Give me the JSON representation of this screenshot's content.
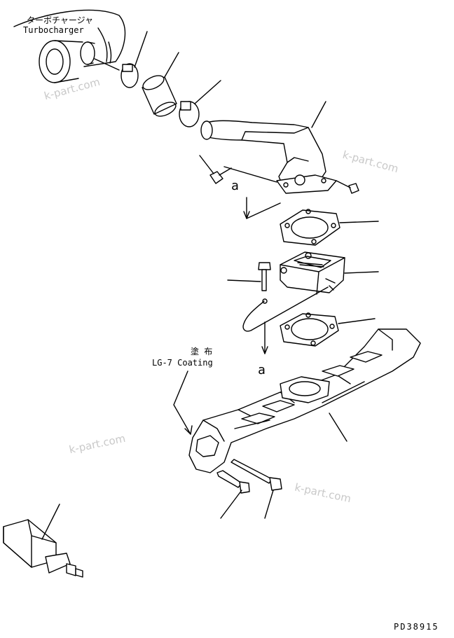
{
  "labels": {
    "turbo_jp": "ターボチャージャ",
    "turbo_en": "Turbocharger",
    "coating_jp": "塗 布",
    "coating_en": "LG-7 Coating",
    "view_a_top": "a",
    "view_a_bottom": "a",
    "drawing_no": "PD38915"
  },
  "watermarks": [
    "k-part.com",
    "k-part.com",
    "k-part.com",
    "k-part.com"
  ]
}
